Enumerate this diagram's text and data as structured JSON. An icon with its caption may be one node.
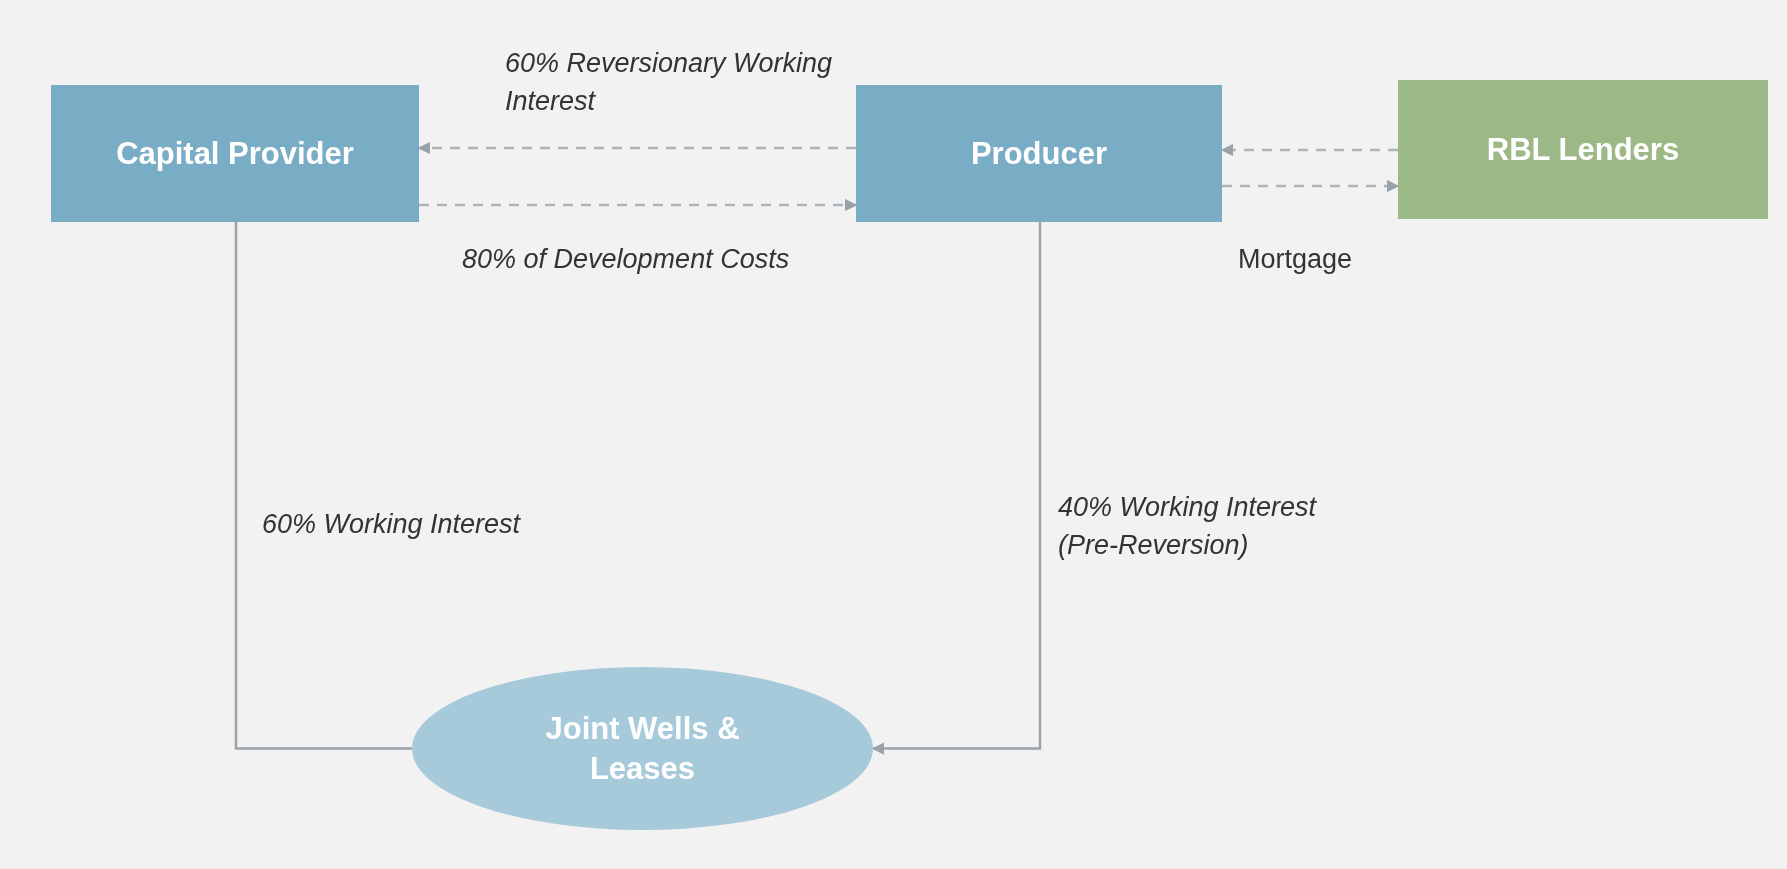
{
  "diagram": {
    "nodes": [
      {
        "text": [
          "Capital Provider"
        ]
      },
      {
        "text": [
          "Producer"
        ]
      },
      {
        "text": [
          "RBL Lenders"
        ]
      },
      {
        "text": [
          "Joint Wells & Leases"
        ]
      }
    ],
    "edges": [
      {
        "from": 1,
        "to": 0,
        "arrow": "to",
        "label": "60% Reversionary Working Interest",
        "style": "dashed"
      },
      {
        "from": 0,
        "to": 1,
        "arrow": "to",
        "label": "80% of Development Costs",
        "style": "dashed"
      },
      {
        "from": 2,
        "to": 1,
        "arrow": "to",
        "style": "dashed"
      },
      {
        "from": 1,
        "to": 2,
        "arrow": "to",
        "label": "Mortgage",
        "style": "dashed"
      },
      {
        "from": 0,
        "to": 3,
        "arrow": "none",
        "label": "60% Working Interest"
      },
      {
        "from": 1,
        "to": 3,
        "arrow": "to",
        "label": "40% Working Interest (Pre-Reversion)"
      }
    ]
  }
}
